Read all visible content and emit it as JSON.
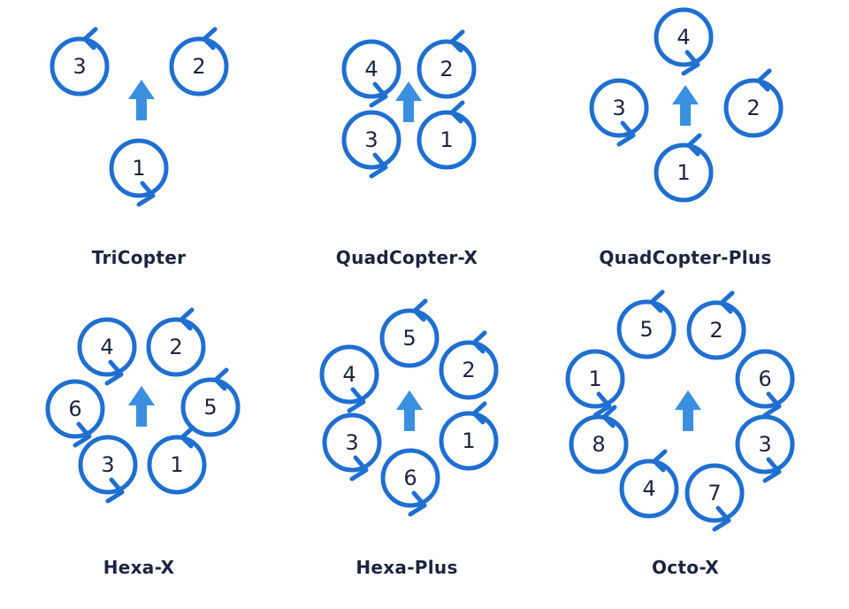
{
  "colors": {
    "motor": "#1f6fd1",
    "arrow": "#3a8fe0",
    "caption": "#1d2440",
    "background": "#ffffff"
  },
  "icons": {
    "motor": "rotation-circle-icon",
    "forward": "up-arrow-icon"
  },
  "frames": [
    {
      "name": "TriCopter",
      "motors": [
        {
          "label": "3",
          "spin": "ccw"
        },
        {
          "label": "2",
          "spin": "ccw"
        },
        {
          "label": "1",
          "spin": "cw"
        }
      ]
    },
    {
      "name": "QuadCopter-X",
      "motors": [
        {
          "label": "4",
          "spin": "cw"
        },
        {
          "label": "2",
          "spin": "ccw"
        },
        {
          "label": "3",
          "spin": "cw"
        },
        {
          "label": "1",
          "spin": "ccw"
        }
      ]
    },
    {
      "name": "QuadCopter-Plus",
      "motors": [
        {
          "label": "4",
          "spin": "cw"
        },
        {
          "label": "3",
          "spin": "cw"
        },
        {
          "label": "2",
          "spin": "ccw"
        },
        {
          "label": "1",
          "spin": "ccw"
        }
      ]
    },
    {
      "name": "Hexa-X",
      "motors": [
        {
          "label": "4",
          "spin": "cw"
        },
        {
          "label": "2",
          "spin": "ccw"
        },
        {
          "label": "6",
          "spin": "cw"
        },
        {
          "label": "5",
          "spin": "ccw"
        },
        {
          "label": "3",
          "spin": "cw"
        },
        {
          "label": "1",
          "spin": "ccw"
        }
      ]
    },
    {
      "name": "Hexa-Plus",
      "motors": [
        {
          "label": "5",
          "spin": "ccw"
        },
        {
          "label": "4",
          "spin": "cw"
        },
        {
          "label": "2",
          "spin": "ccw"
        },
        {
          "label": "3",
          "spin": "cw"
        },
        {
          "label": "1",
          "spin": "ccw"
        },
        {
          "label": "6",
          "spin": "cw"
        }
      ]
    },
    {
      "name": "Octo-X",
      "motors": [
        {
          "label": "5",
          "spin": "ccw"
        },
        {
          "label": "2",
          "spin": "ccw"
        },
        {
          "label": "1",
          "spin": "cw"
        },
        {
          "label": "6",
          "spin": "cw"
        },
        {
          "label": "8",
          "spin": "ccw"
        },
        {
          "label": "3",
          "spin": "cw"
        },
        {
          "label": "4",
          "spin": "ccw"
        },
        {
          "label": "7",
          "spin": "cw"
        }
      ]
    }
  ]
}
